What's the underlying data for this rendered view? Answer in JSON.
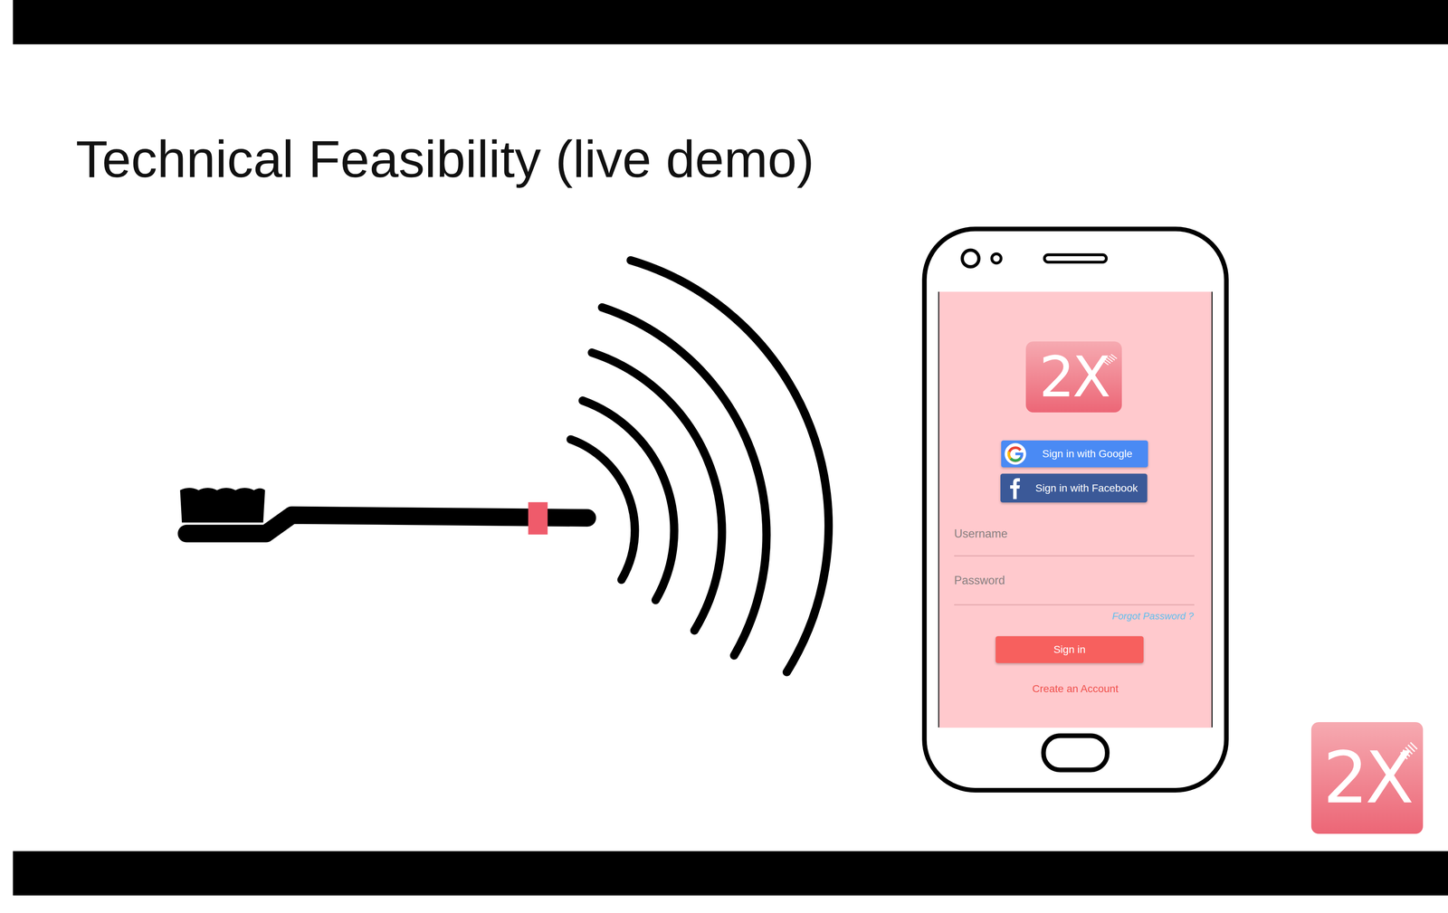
{
  "diagram": {
    "title": "Technical Feasibility (live demo)",
    "nodes": [
      {
        "text": [
          "Username",
          "Password",
          "Forgot Password ?",
          "Create an Account"
        ]
      },
      {
        "text": [
          "2X"
        ],
        "in": 0
      },
      {
        "text": [
          "Sign in with Google"
        ],
        "in": 0
      },
      {
        "text": [
          "Sign in with Facebook"
        ],
        "in": 0
      },
      {
        "text": [
          "Sign in"
        ],
        "in": 0
      },
      {
        "text": [
          "2X"
        ]
      }
    ]
  }
}
